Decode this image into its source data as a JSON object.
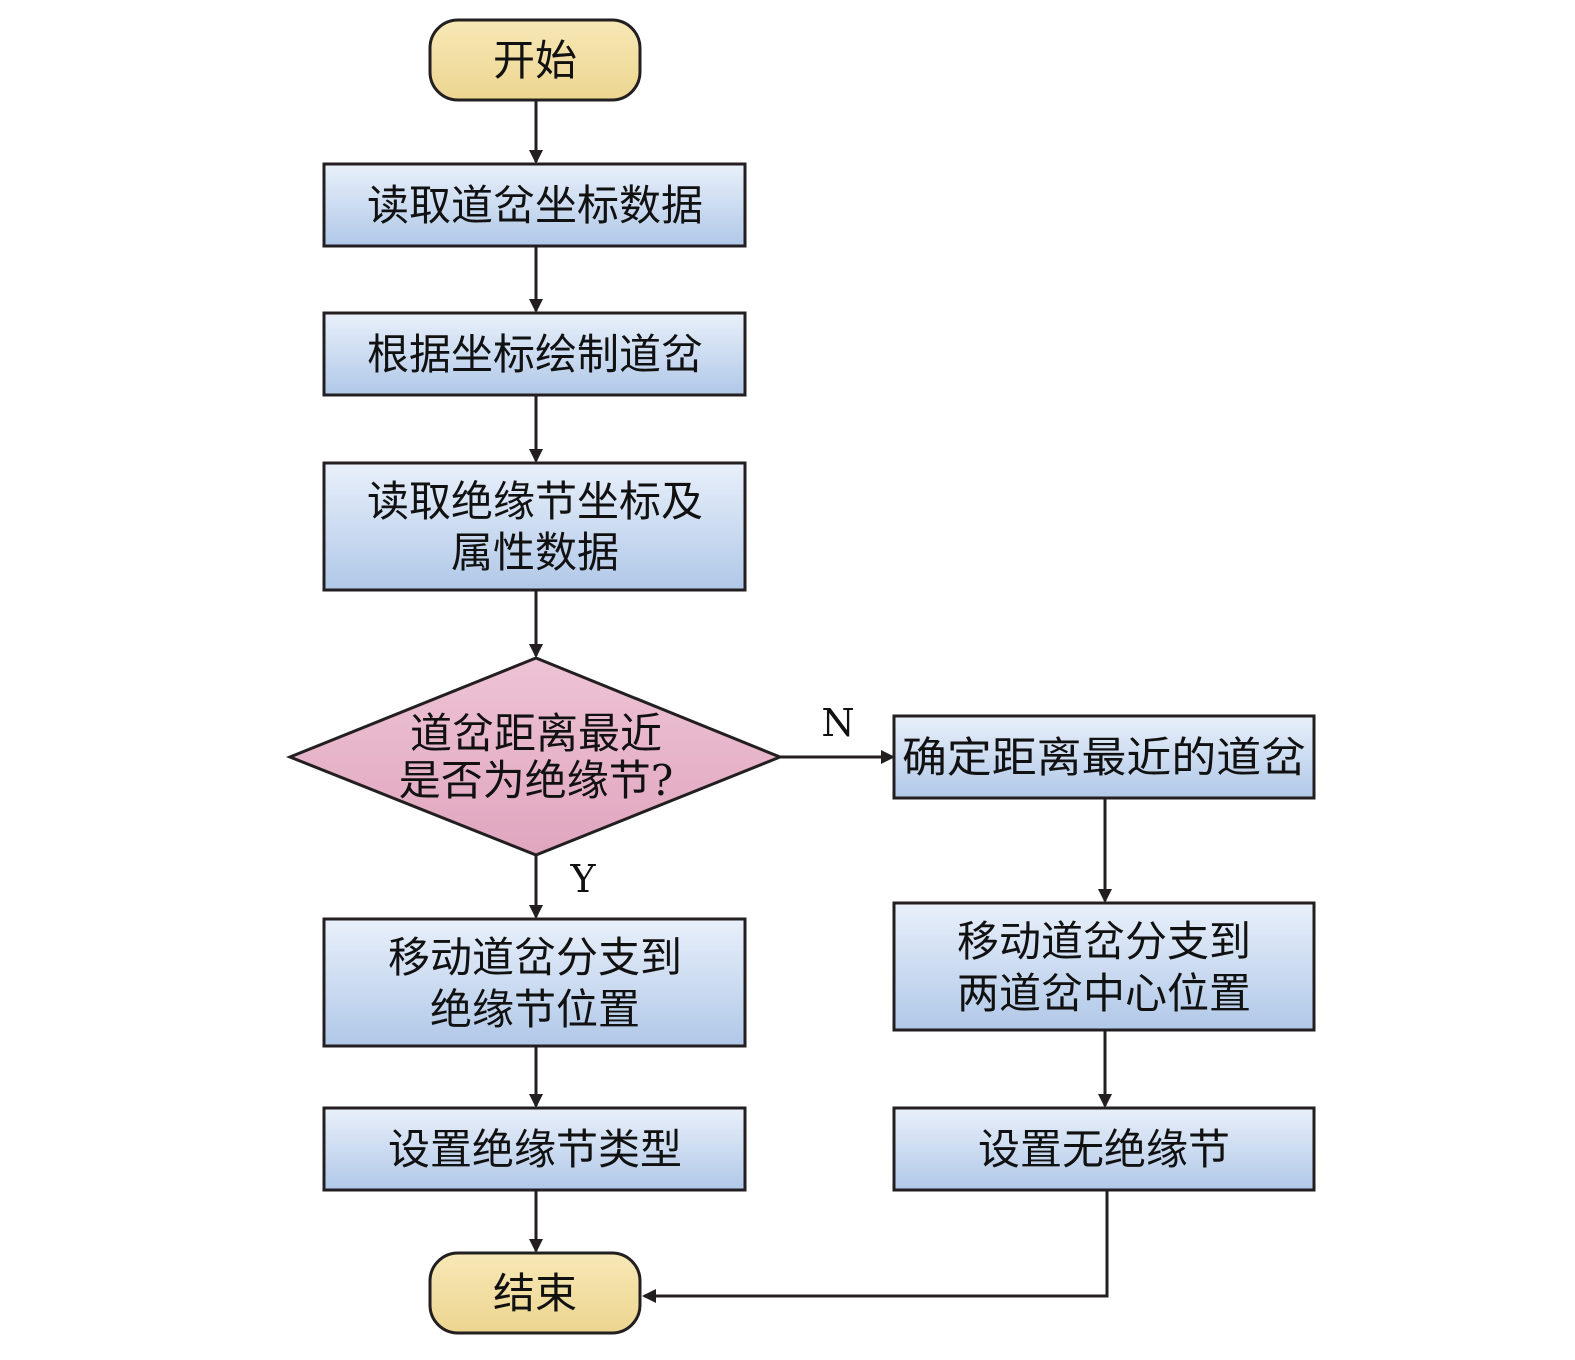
{
  "nodes": {
    "start": "开始",
    "read_turnout": "读取道岔坐标数据",
    "draw_turnout": "根据坐标绘制道岔",
    "read_joint_1": "读取绝缘节坐标及",
    "read_joint_2": "属性数据",
    "decision_1": "道岔距离最近",
    "decision_2": "是否为绝缘节?",
    "nearest_turnout": "确定距离最近的道岔",
    "move_left_1": "移动道岔分支到",
    "move_left_2": "绝缘节位置",
    "move_right_1": "移动道岔分支到",
    "move_right_2": "两道岔中心位置",
    "set_type": "设置绝缘节类型",
    "set_none": "设置无绝缘节",
    "end": "结束"
  },
  "branches": {
    "yes": "Y",
    "no": "N"
  },
  "colors": {
    "terminal_fill": "#f3dfa0",
    "process_fill_top": "#e6eef9",
    "process_fill_bottom": "#b3cbea",
    "decision_fill": "#e8b6cb",
    "stroke": "#231f20"
  }
}
